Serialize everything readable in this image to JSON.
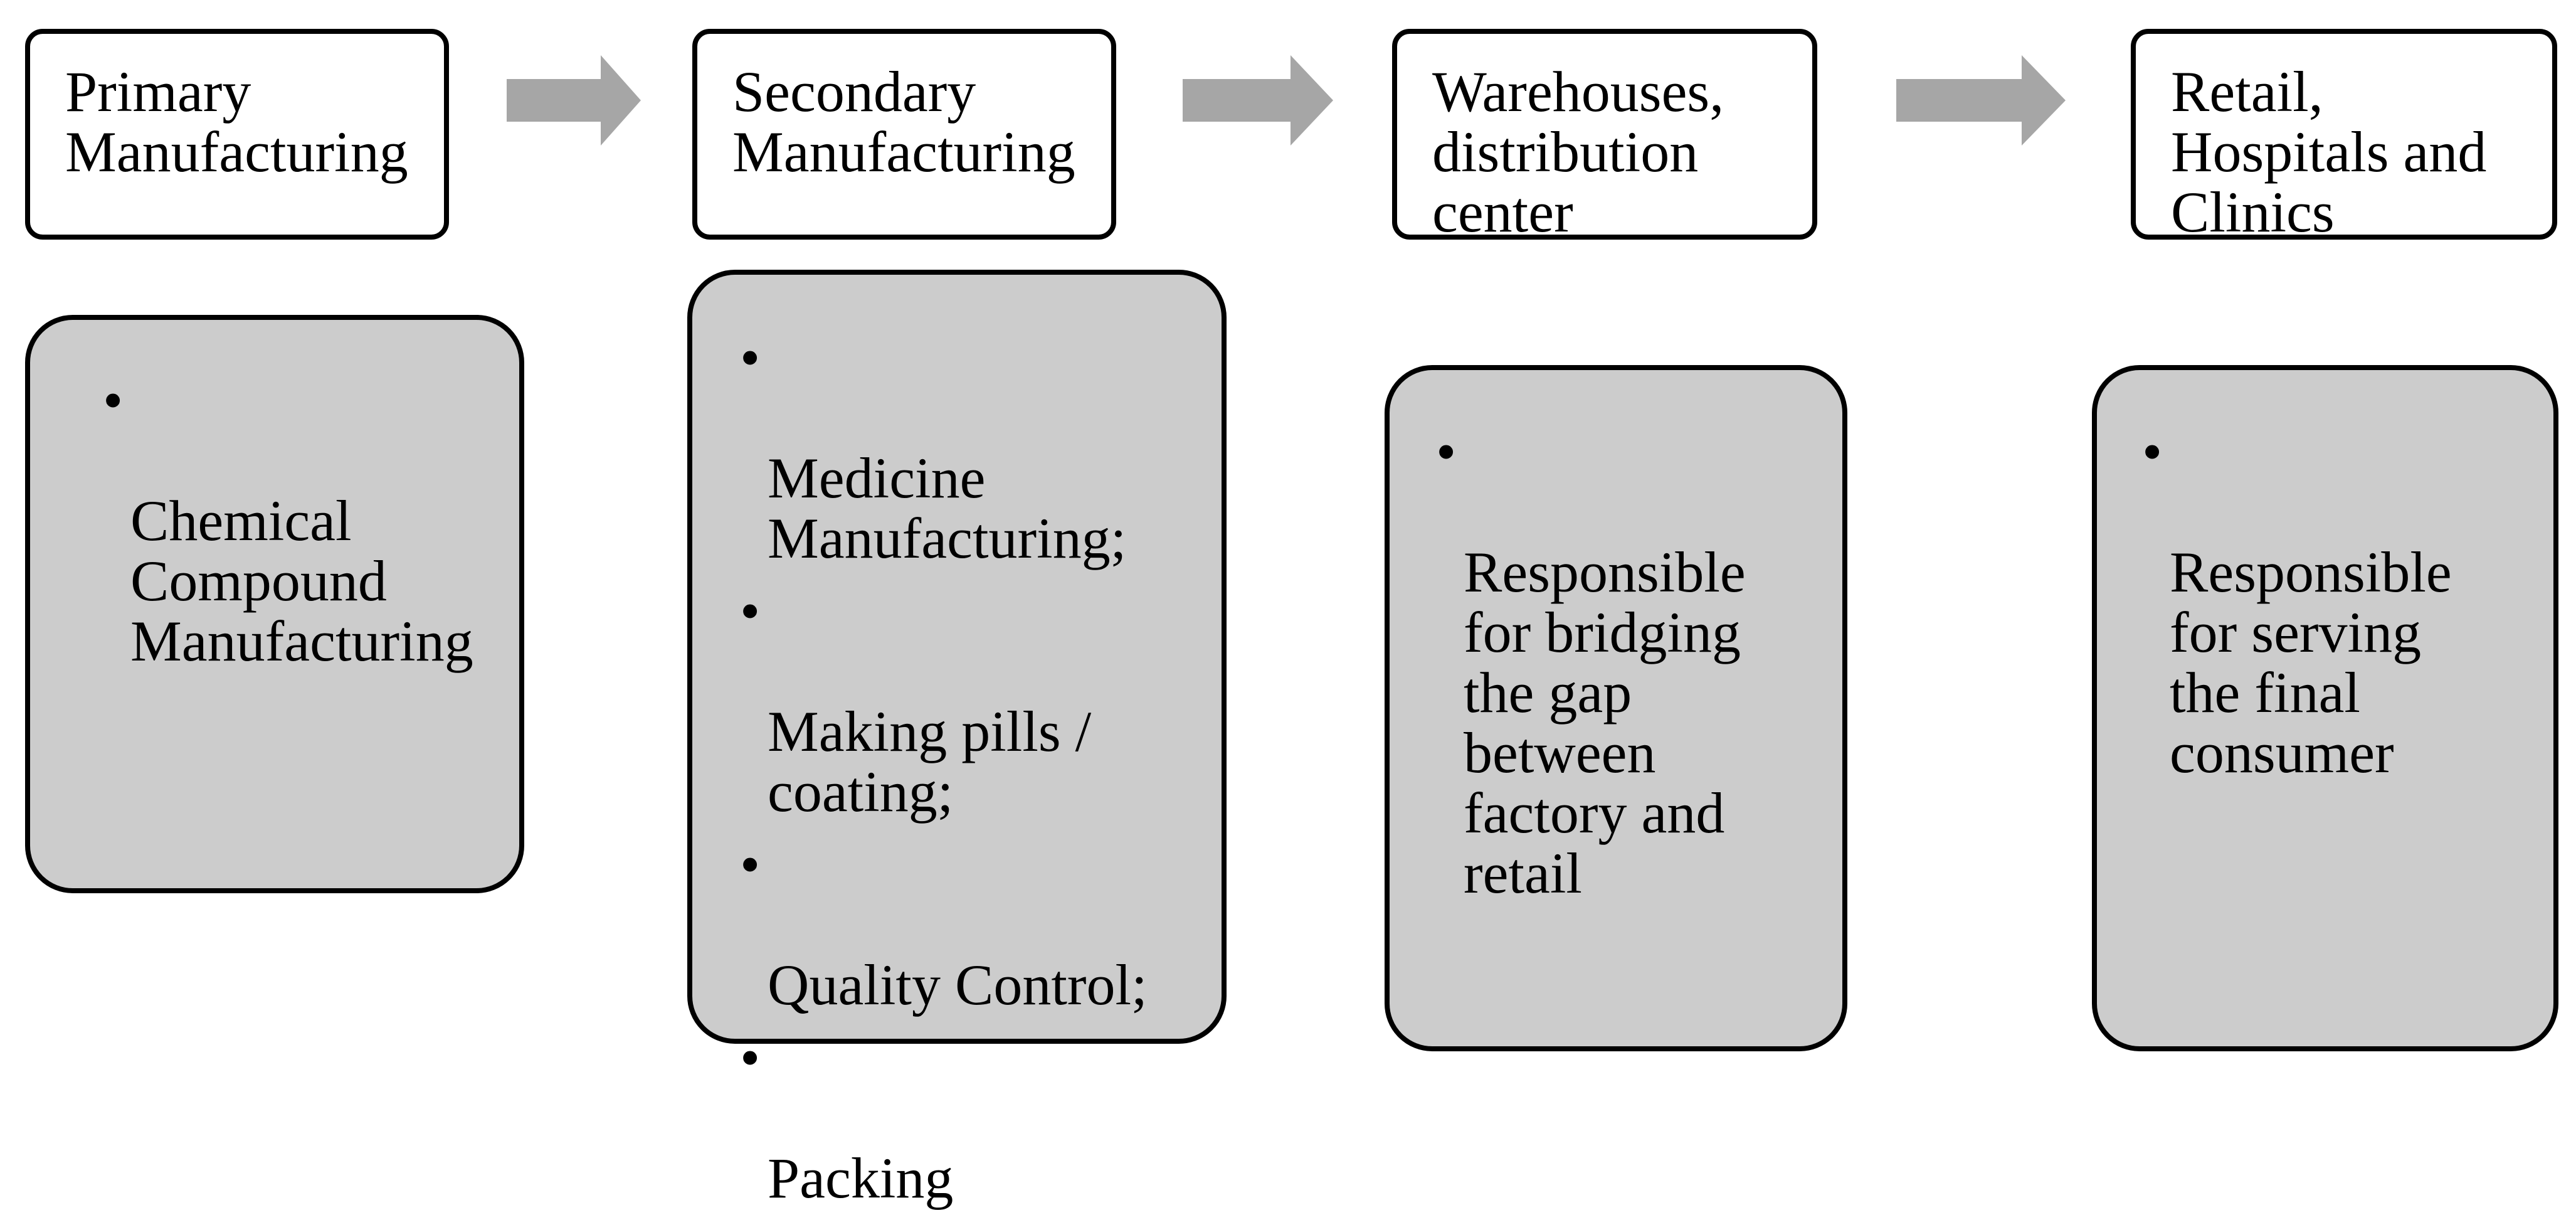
{
  "flow": {
    "stages": [
      {
        "title": "Primary\nManufacturing",
        "details": [
          "Chemical\nCompound\nManufacturing"
        ]
      },
      {
        "title": "Secondary\nManufacturing",
        "details": [
          "Medicine\nManufacturing;",
          "Making pills /\ncoating;",
          "Quality Control;",
          "Packing"
        ]
      },
      {
        "title": "Warehouses,\ndistribution\ncenter",
        "details": [
          "Responsible\nfor bridging\nthe gap\nbetween\nfactory and\nretail"
        ]
      },
      {
        "title": "Retail,\nHospitals and\nClinics",
        "details": [
          "Responsible\nfor serving\nthe final\nconsumer"
        ]
      }
    ],
    "bullet_symbol": "•",
    "colors": {
      "stage_fill": "#ffffff",
      "detail_fill": "#cccccc",
      "arrow_fill": "#a6a6a6",
      "border": "#000000"
    }
  }
}
